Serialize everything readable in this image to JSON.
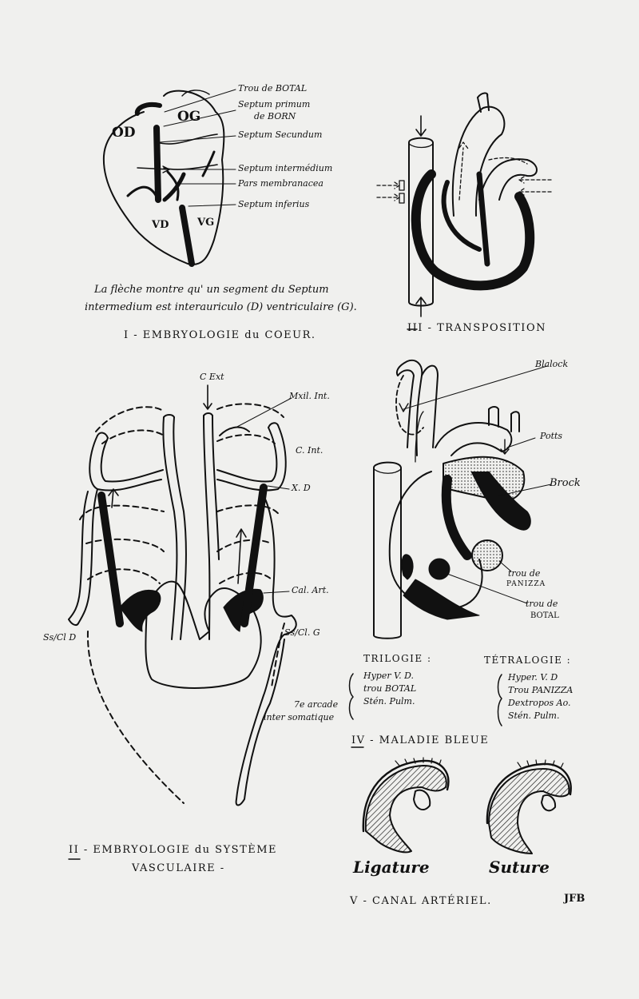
{
  "fig1": {
    "labels": {
      "trou_botal": "Trou de BOTAL",
      "septum_primum": "Septum primum",
      "de_born": "de BORN",
      "septum_secundum": "Septum Secundum",
      "septum_intermedium": "Septum intermédium",
      "pars_membranacea": "Pars membranacea",
      "septum_inferius": "Septum inferius",
      "od": "OD",
      "og": "OG",
      "vd": "VD",
      "vg": "VG"
    },
    "note_line1": "La flèche montre qu' un segment du Septum",
    "note_line2": "intermedium est interauriculo (D) ventriculaire (G).",
    "caption": "I - EMBRYOLOGIE du COEUR."
  },
  "fig2": {
    "labels": {
      "c_ext": "C Ext",
      "mxil_int": "Mxil. Int.",
      "c_int": "C. Int.",
      "x_d": "X. D",
      "cal_art": "Cal. Art.",
      "sscl_d": "Ss/Cl D",
      "sscl_g": "Ss/Cl. G",
      "arcade_1": "7e arcade",
      "arcade_2": "inter somatique"
    },
    "caption_line1": "II - EMBRYOLOGIE du SYSTÈME",
    "caption_line2": "VASCULAIRE -"
  },
  "fig3": {
    "caption": "III - TRANSPOSITION"
  },
  "fig4": {
    "labels": {
      "blalock": "Blalock",
      "potts": "Potts",
      "brock": "Brock",
      "panizza_1": "trou de",
      "panizza_2": "PANIZZA",
      "botal_1": "trou de",
      "botal_2": "BOTAL"
    },
    "trilogie_title": "TRILOGIE :",
    "trilogie_items": [
      "Hyper V. D.",
      "trou BOTAL",
      "Stén. Pulm."
    ],
    "tetralogie_title": "TÉTRALOGIE :",
    "tetralogie_items": [
      "Hyper. V. D",
      "Trou PANIZZA",
      "Dextropos Ao.",
      "Stén. Pulm."
    ],
    "caption": "IV - MALADIE BLEUE"
  },
  "fig5": {
    "ligature": "Ligature",
    "suture": "Suture",
    "caption": "V - CANAL ARTÉRIEL.",
    "signature": "JFB"
  },
  "colors": {
    "ink": "#111111",
    "paper": "#f0f0ee"
  }
}
